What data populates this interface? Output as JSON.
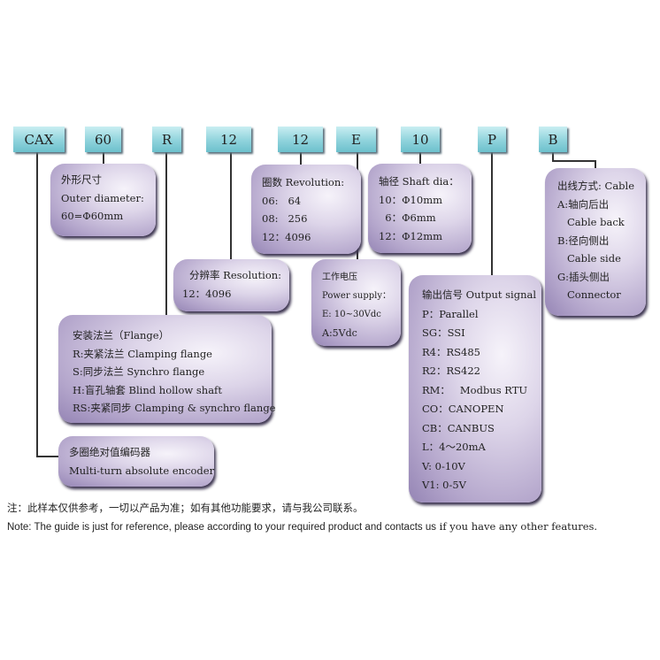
{
  "codes": [
    "CAX",
    "60",
    "R",
    "12",
    "12",
    "E",
    "10",
    "P",
    "B"
  ],
  "outer": {
    "title": "外形尺寸",
    "lines": [
      "Outer diameter:",
      "60=Φ60mm"
    ]
  },
  "revolution": {
    "title": "圈数 Revolution:",
    "lines": [
      "06:   64",
      "08:   256",
      "12：4096"
    ]
  },
  "resolution": {
    "title": "分辨率 Resolution:",
    "lines": [
      "12：4096"
    ]
  },
  "power": {
    "title": "工作电压",
    "lines": [
      "Power supply：",
      "E: 10~30Vdc",
      "A:5Vdc"
    ]
  },
  "shaft": {
    "title": "轴径 Shaft dia：",
    "lines": [
      "10：Φ10mm",
      "  6：Φ6mm",
      "12：Φ12mm"
    ]
  },
  "output": {
    "title": "输出信号 Output signal",
    "lines": [
      "P：Parallel",
      "SG：SSI",
      "R4：RS485",
      "R2：RS422",
      "RM：   Modbus RTU",
      "CO：CANOPEN",
      "CB：CANBUS",
      "L：4～20mA",
      "V: 0-10V",
      "V1: 0-5V"
    ]
  },
  "cable": {
    "title": "出线方式: Cable",
    "lines": [
      "A:轴向后出",
      "   Cable back",
      "B:径向侧出",
      "   Cable side",
      "G:插头侧出",
      "   Connector"
    ]
  },
  "flange": {
    "title": "安装法兰（Flange）",
    "lines": [
      "R:夹紧法兰 Clamping flange",
      "S:同步法兰 Synchro flange",
      "H:盲孔轴套 Blind hollow shaft",
      "RS:夹紧同步 Clamping & synchro flange"
    ]
  },
  "encoder": {
    "title": "多圈绝对值编码器",
    "lines": [
      "Multi-turn absolute encoder"
    ]
  },
  "notes": {
    "cn": "注：此样本仅供参考，一切以产品为准；如有其他功能要求，请与我公司联系。",
    "en_sans": "Note: The guide is just for reference, please according to your required product and contacts us",
    "en_serif": " if you have any other features."
  }
}
